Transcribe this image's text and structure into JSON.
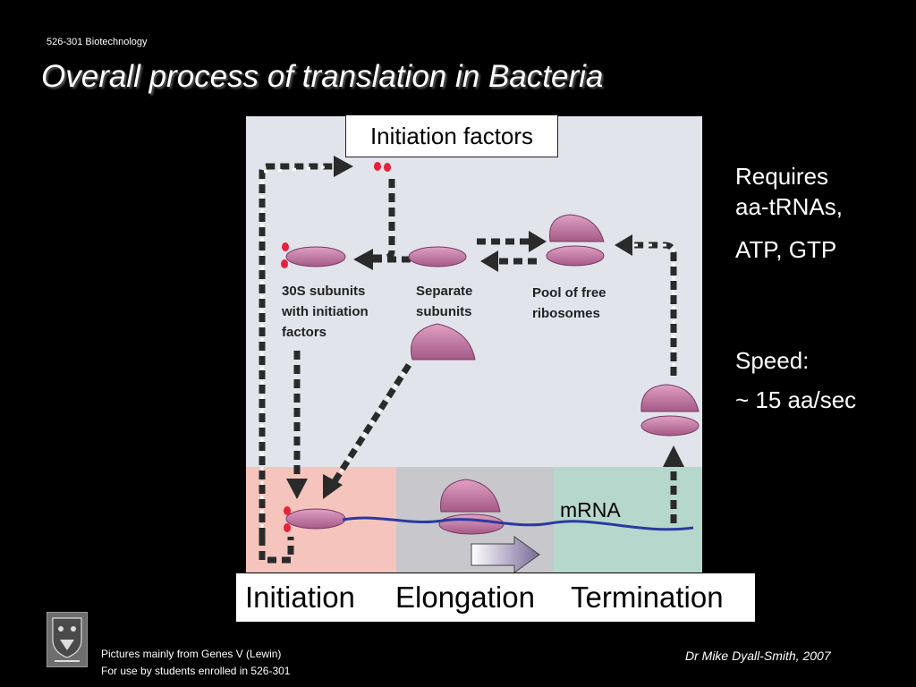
{
  "header": {
    "course": "526-301 Biotechnology",
    "title": "Overall process of translation in Bacteria"
  },
  "diagram": {
    "boxed_label": "Initiation factors",
    "labels": {
      "subunits_30s": [
        "30S subunits",
        "with initiation",
        "factors"
      ],
      "separate": [
        "Separate",
        "subunits"
      ],
      "pool": [
        "Pool of free",
        "ribosomes"
      ],
      "mrna": "mRNA"
    },
    "phases": [
      "Initiation",
      "Elongation",
      "Termination"
    ],
    "colors": {
      "ribosome": "#c678a4",
      "initiation_factor": "#e8203a",
      "mrna": "#2a3aa0",
      "initiation_bg": "#f5c4bc",
      "elongation_bg": "#c8c8cc",
      "termination_bg": "#b6d8cc",
      "arrow_dash": "#2a2a2a"
    }
  },
  "sidebar": {
    "requires_line1": "Requires",
    "requires_line2": "aa-tRNAs,",
    "requires_line3": "ATP, GTP",
    "speed_label": "Speed:",
    "speed_value": "~ 15 aa/sec"
  },
  "footer": {
    "source": "Pictures mainly from Genes V (Lewin)",
    "usage": "For use by students enrolled in 526-301",
    "author": "Dr Mike Dyall-Smith, 2007",
    "logo_icon": "university-crest-icon"
  }
}
